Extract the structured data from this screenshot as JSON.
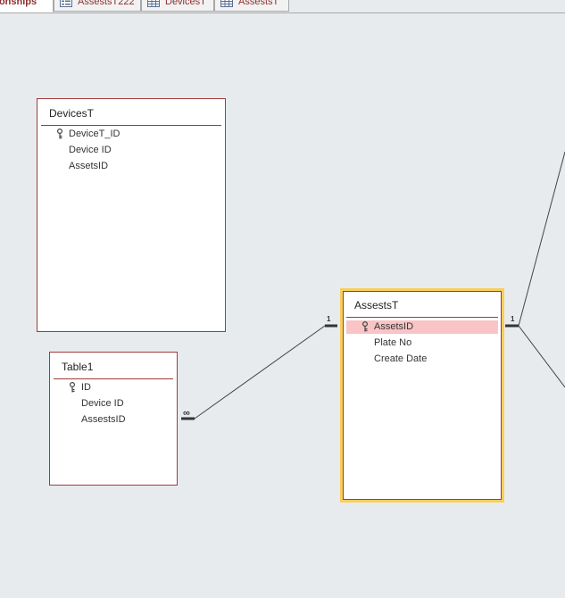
{
  "tabs": [
    {
      "label": "Relationships",
      "icon": "relationships-icon",
      "active": true
    },
    {
      "label": "AssestsT222",
      "icon": "form-icon",
      "active": false
    },
    {
      "label": "DevicesT",
      "icon": "table-icon",
      "active": false
    },
    {
      "label": "AssestsT",
      "icon": "table-icon",
      "active": false
    }
  ],
  "tables": {
    "devices": {
      "title": "DevicesT",
      "fields": [
        {
          "name": "DeviceT_ID",
          "primary_key": true
        },
        {
          "name": "Device ID",
          "primary_key": false
        },
        {
          "name": "AssetsID",
          "primary_key": false
        }
      ]
    },
    "table1": {
      "title": "Table1",
      "fields": [
        {
          "name": "ID",
          "primary_key": true
        },
        {
          "name": "Device ID",
          "primary_key": false
        },
        {
          "name": "AssestsID",
          "primary_key": false
        }
      ]
    },
    "assests": {
      "title": "AssestsT",
      "selected": true,
      "fields": [
        {
          "name": "AssetsID",
          "primary_key": true,
          "highlighted": true
        },
        {
          "name": "Plate No",
          "primary_key": false
        },
        {
          "name": "Create Date",
          "primary_key": false
        }
      ]
    }
  },
  "relationships": {
    "table1_to_assests": {
      "one": "1",
      "many": "∞"
    },
    "assests_out": {
      "one": "1"
    }
  },
  "colors": {
    "canvas": "#e8ebee",
    "table_border": "#9e3b3b",
    "selection": "#f7ce5a",
    "field_highlight": "#f8c4c6",
    "tab_text": "#8e2f2f"
  }
}
